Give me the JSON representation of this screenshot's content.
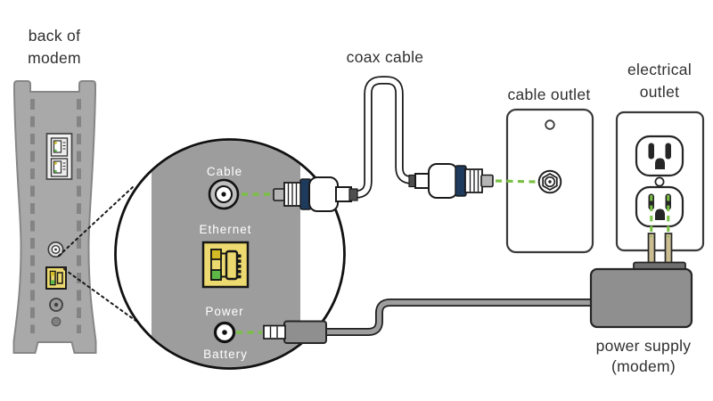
{
  "labels": {
    "back_of_modem": {
      "line1": "back of",
      "line2": "modem"
    },
    "coax_cable": "coax cable",
    "cable_outlet": "cable outlet",
    "electrical_outlet": {
      "line1": "electrical",
      "line2": "outlet"
    },
    "power_supply": {
      "line1": "power supply",
      "line2": "(modem)"
    }
  },
  "ports": {
    "cable": "Cable",
    "ethernet": "Ethernet",
    "power": "Power",
    "battery": "Battery"
  },
  "colors": {
    "connection_green": "#7ac143",
    "connector_navy": "#1e3a5c",
    "modem_gray": "#a9a9a9",
    "magnifier_panel_gray": "#9d9d9d",
    "ethernet_yellow": "#ecd96f",
    "device_gray": "#8f8f8f",
    "prong_tan": "#cbbd92",
    "text": "#2f2f2f"
  }
}
